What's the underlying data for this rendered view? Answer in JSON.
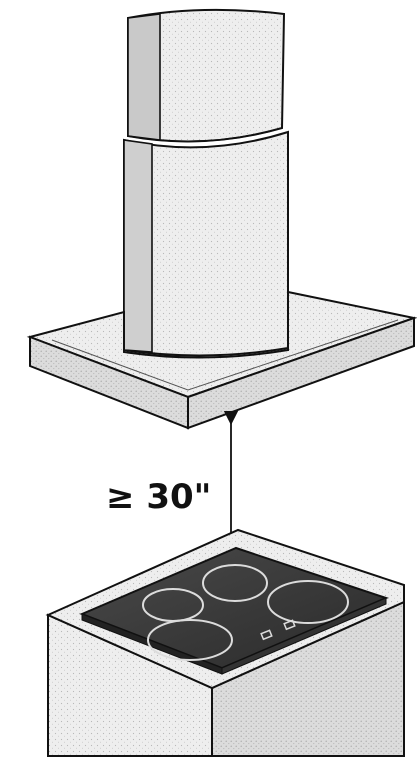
{
  "diagram": {
    "clearance_label": "≥ 30\"",
    "components": [
      "range-hood-chimney",
      "range-hood-canopy",
      "cooktop",
      "base-cabinet"
    ],
    "cooktop": {
      "burner_count": 4,
      "control_count": 2
    },
    "colors": {
      "outline": "#111111",
      "surface_light": "#ececec",
      "surface_mid": "#d8d8d8",
      "surface_dark": "#bdbdbd",
      "glass": "#3a3a3a"
    }
  }
}
